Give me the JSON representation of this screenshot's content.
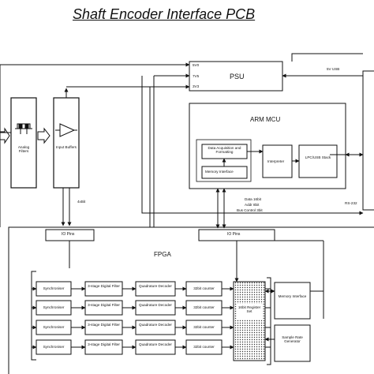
{
  "title": "Shaft Encoder Interface PCB",
  "psu": {
    "label": "PSU",
    "rails": [
      "5V0",
      "7V5",
      "3V3"
    ]
  },
  "connectors": {
    "usb": "5V USB",
    "rs232": "RS-232"
  },
  "analog": {
    "filters": "Analog Filters",
    "buffers": "Input Buffers",
    "bus": "4xBit"
  },
  "mcu": {
    "label": "ARM MCU",
    "daq": "Data Acquisition and Formatting",
    "memory_interface": "Memory Interface",
    "interpreter": "Interpreter",
    "usb_stack": "LPC/USB Stack"
  },
  "bus_labels": [
    "Data 16bit",
    "Addr 8bit",
    "Bus Control 3bit"
  ],
  "fpga": {
    "label": "FPGA",
    "io_left": "IO Pins",
    "io_right": "IO Pins",
    "synchroniser": "Synchroniser",
    "filter": "3-stage Digital Filter",
    "decoder": "Quadrature Decoder",
    "counter": "32bit counter",
    "register_set": "16bit Register Set",
    "memory_interface": "Memory Interface",
    "sample_rate": "Sample Rate Generator"
  },
  "colors": {
    "line": "#111111",
    "background": "#ffffff"
  }
}
